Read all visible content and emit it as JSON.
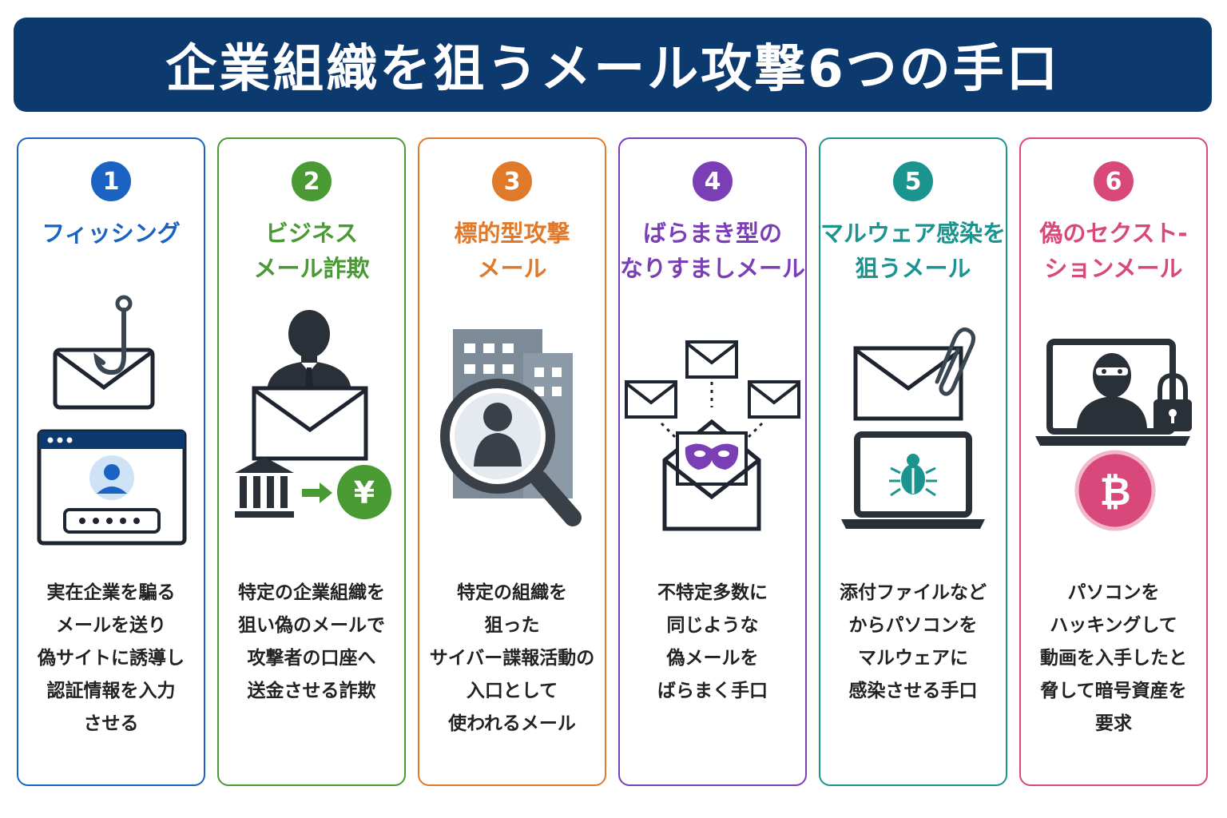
{
  "header": {
    "title": "企業組織を狙うメール攻撃6つの手口"
  },
  "cards": [
    {
      "number": "1",
      "color": "#1a63c2",
      "title_lines": [
        "フィッシング"
      ],
      "desc_lines": [
        "実在企業を騙る",
        "メールを送り",
        "偽サイトに誘導し",
        "認証情報を入力",
        "させる"
      ],
      "icons": [
        "envelope-icon",
        "fishhook-icon",
        "browser-window-icon",
        "user-icon",
        "password-field-icon"
      ]
    },
    {
      "number": "2",
      "color": "#4a9a34",
      "title_lines": [
        "ビジネス",
        "メール詐欺"
      ],
      "desc_lines": [
        "特定の企業組織を",
        "狙い偽のメールで",
        "攻撃者の口座へ",
        "送金させる詐欺"
      ],
      "icons": [
        "businessman-icon",
        "envelope-icon",
        "bank-icon",
        "arrow-right-icon",
        "yen-coin-icon"
      ],
      "yen_symbol": "¥"
    },
    {
      "number": "3",
      "color": "#e07a2a",
      "title_lines": [
        "標的型攻撃",
        "メール"
      ],
      "desc_lines": [
        "特定の組織を",
        "狙った",
        "サイバー諜報活動の",
        "入口として",
        "使われるメール"
      ],
      "icons": [
        "office-building-icon",
        "magnifying-glass-icon",
        "person-icon"
      ]
    },
    {
      "number": "4",
      "color": "#7b3fb5",
      "title_lines": [
        "ばらまき型の",
        "なりすましメール"
      ],
      "desc_lines": [
        "不特定多数に",
        "同じような",
        "偽メールを",
        "ばらまく手口"
      ],
      "icons": [
        "envelope-icon",
        "open-envelope-icon",
        "mask-icon"
      ]
    },
    {
      "number": "5",
      "color": "#1b948f",
      "title_lines": [
        "マルウェア感染を",
        "狙うメール"
      ],
      "desc_lines": [
        "添付ファイルなど",
        "からパソコンを",
        "マルウェアに",
        "感染させる手口"
      ],
      "icons": [
        "envelope-icon",
        "paperclip-icon",
        "laptop-icon",
        "bug-icon"
      ]
    },
    {
      "number": "6",
      "color": "#d8487a",
      "title_lines": [
        "偽のセクスト-",
        "ションメール"
      ],
      "desc_lines": [
        "パソコンを",
        "ハッキングして",
        "動画を入手したと",
        "脅して暗号資産を",
        "要求"
      ],
      "icons": [
        "laptop-icon",
        "hacker-icon",
        "padlock-icon",
        "bitcoin-icon"
      ],
      "coin_symbol": "₿"
    }
  ]
}
